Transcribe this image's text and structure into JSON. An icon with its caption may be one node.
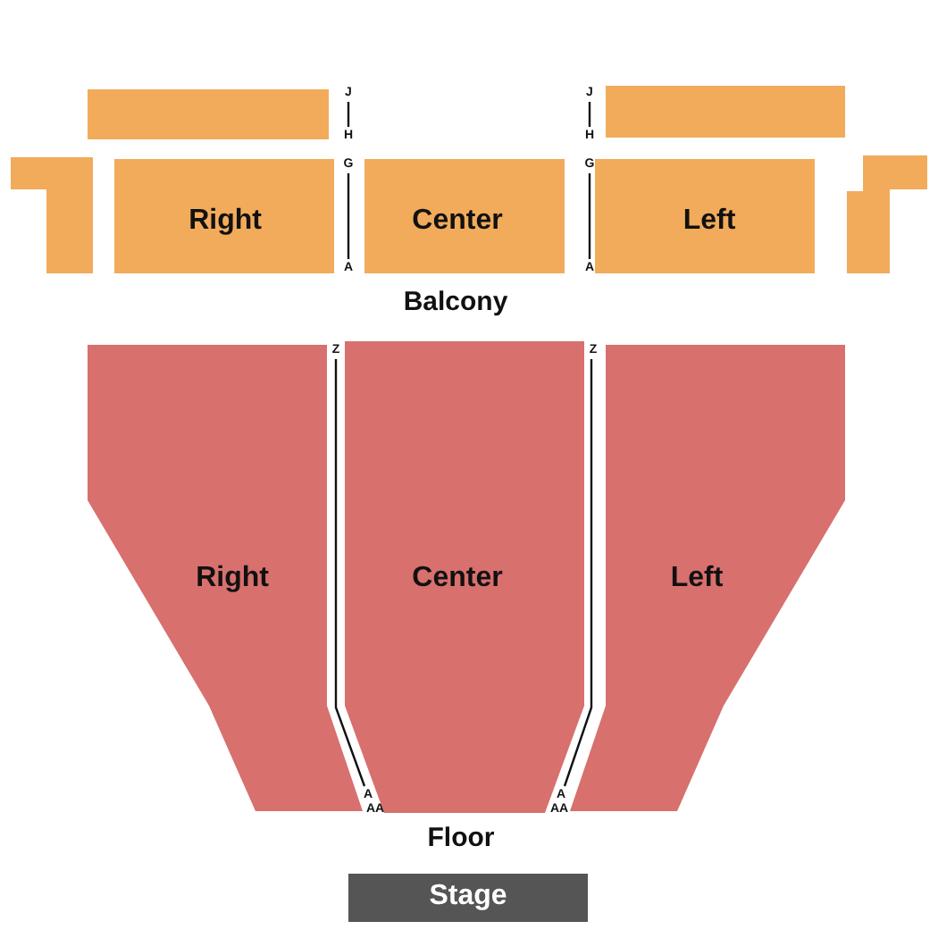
{
  "diagram": {
    "nodes": [
      {
        "text": [],
        "shape": "box"
      },
      {
        "text": [],
        "shape": "box"
      },
      {
        "text": [],
        "shape": "box"
      },
      {
        "text": [
          "Right"
        ]
      },
      {
        "text": [
          "Center"
        ]
      },
      {
        "text": [
          "Left"
        ]
      },
      {
        "text": [],
        "shape": "box"
      },
      {
        "text": [
          "Right"
        ]
      },
      {
        "text": [
          "Center"
        ]
      },
      {
        "text": [
          "Left"
        ]
      },
      {
        "text": [
          "Stage"
        ]
      }
    ],
    "edges": [],
    "labels": [
      "J",
      "J",
      "H",
      "H",
      "G",
      "G",
      "A",
      "A",
      "Balcony",
      "Z",
      "Z",
      "A",
      "A",
      "AA",
      "AA",
      "Floor"
    ]
  }
}
